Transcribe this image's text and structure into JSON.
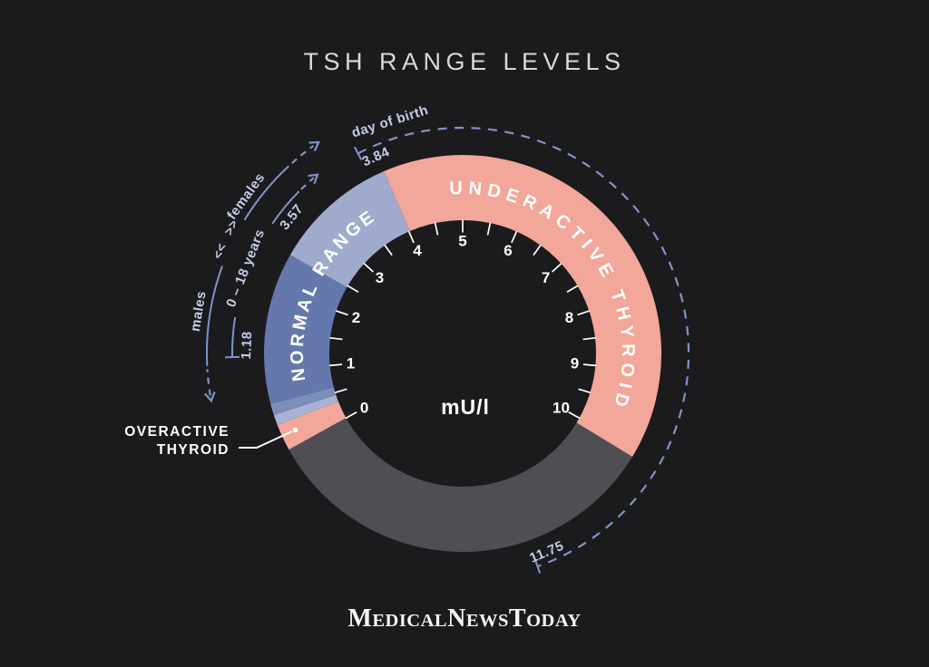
{
  "title": "TSH RANGE LEVELS",
  "footer_logo": {
    "part1_cap": "M",
    "part1_rest": "EDICAL",
    "part2_cap": "N",
    "part2_rest": "EWS",
    "part3_cap": "T",
    "part3_rest": "ODAY"
  },
  "colors": {
    "background": "#1b1b1d",
    "pink": "#F2A79A",
    "blue_dark": "#6478AC",
    "blue_light": "#9FAACD",
    "blue_sliver_light": "#A8B2D3",
    "blue_sliver_mid": "#7D8EBB",
    "gray_filler": "#4F4F53",
    "annotation_line": "#7F94C7",
    "annotation_text": "#C2CCE8",
    "white": "#FFFFFF"
  },
  "chart_data": {
    "type": "gauge",
    "title": "TSH RANGE LEVELS",
    "unit_label": "mU/l",
    "scale": {
      "min": 0,
      "max": 10,
      "tick_step": 0.5,
      "label_step": 1,
      "tick_labels": [
        "0",
        "1",
        "2",
        "3",
        "4",
        "5",
        "6",
        "7",
        "8",
        "9",
        "10"
      ]
    },
    "segments": [
      {
        "name": "overactive-thyroid",
        "from": 0,
        "to": 0.33,
        "color": "#F2A79A",
        "label": "OVERACTIVE THYROID"
      },
      {
        "name": "normal-low-sliver-light",
        "from": 0.33,
        "to": 0.46,
        "color": "#A8B2D3",
        "label": ""
      },
      {
        "name": "normal-low-sliver-mid",
        "from": 0.46,
        "to": 0.6,
        "color": "#7D8EBB",
        "label": ""
      },
      {
        "name": "normal-range",
        "from": 0.6,
        "to": 2.47,
        "color": "#6478AC",
        "label": "NORMAL RANGE"
      },
      {
        "name": "normal-range-upper",
        "from": 2.47,
        "to": 4.02,
        "color": "#9FAACD",
        "label": ""
      },
      {
        "name": "underactive-thyroid",
        "from": 4.02,
        "to": 10.1,
        "color": "#F2A79A",
        "label": "UNDERACTIVE THYROID"
      },
      {
        "name": "out-of-scale-filler",
        "from": 10.1,
        "to": 15.126,
        "color": "#4F4F53",
        "label": ""
      }
    ],
    "band_texts": {
      "normal": "NORMAL RANGE",
      "underactive": "UNDERACTIVE THYROID"
    },
    "annotations": {
      "day_of_birth": {
        "label": "day of birth",
        "range": [
          3.84,
          11.75
        ],
        "start_label": "3.84",
        "end_label": "11.75"
      },
      "age_range": {
        "label": "0 – 18 years",
        "start_value": 1.18,
        "start_label": "1.18",
        "end_label": "3.57",
        "end_value": 3.57
      },
      "sex": {
        "low_label": "males",
        "high_label": "females",
        "divider": [
          "<<",
          ">>"
        ]
      }
    },
    "callout": {
      "lines": [
        "OVERACTIVE",
        "THYROID"
      ]
    }
  }
}
